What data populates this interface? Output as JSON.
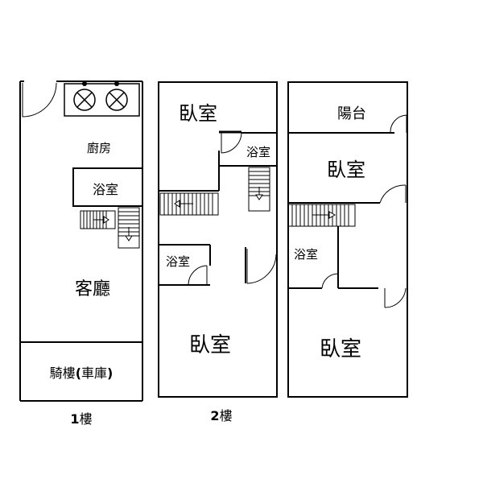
{
  "floor1": {
    "kitchen": "廚房",
    "bath": "浴室",
    "living_room": "客廳",
    "arcade": "騎樓",
    "garage_open": "(",
    "garage": "車庫",
    "garage_close": ")",
    "level_number": "1",
    "level_unit": "樓"
  },
  "floor2": {
    "bedroom_top": "臥室",
    "bath_top": "浴室",
    "bath_left": "浴室",
    "bedroom_bottom": "臥室",
    "level_number": "2",
    "level_unit": "樓"
  },
  "floor3": {
    "balcony": "陽台",
    "bedroom_top": "臥室",
    "bath": "浴室",
    "bedroom_bottom": "臥室"
  }
}
